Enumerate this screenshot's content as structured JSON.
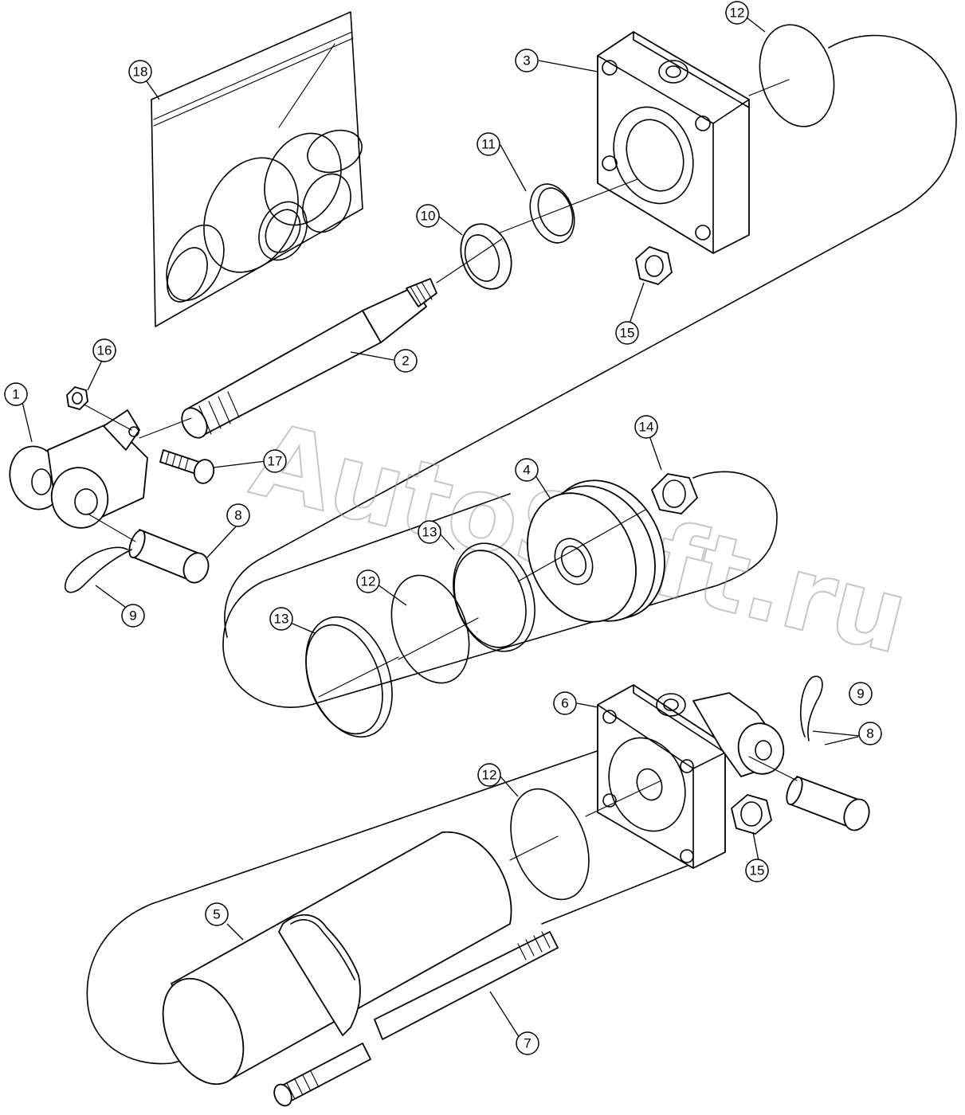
{
  "watermark": "AutoSoft.ru",
  "callouts": [
    {
      "label": "1",
      "part": "rod-end-clevis"
    },
    {
      "label": "2",
      "part": "piston-rod"
    },
    {
      "label": "3",
      "part": "head-gland"
    },
    {
      "label": "4",
      "part": "piston"
    },
    {
      "label": "5",
      "part": "cylinder-tube"
    },
    {
      "label": "6",
      "part": "base-end-cap"
    },
    {
      "label": "7",
      "part": "tie-rod"
    },
    {
      "label": "8",
      "part": "clevis-pin"
    },
    {
      "label": "8",
      "part": "clevis-pin"
    },
    {
      "label": "9",
      "part": "hair-pin-clip"
    },
    {
      "label": "9",
      "part": "hair-pin-clip"
    },
    {
      "label": "10",
      "part": "rod-wiper"
    },
    {
      "label": "11",
      "part": "rod-seal"
    },
    {
      "label": "12",
      "part": "o-ring"
    },
    {
      "label": "12",
      "part": "o-ring"
    },
    {
      "label": "12",
      "part": "o-ring"
    },
    {
      "label": "13",
      "part": "backup-ring"
    },
    {
      "label": "13",
      "part": "backup-ring"
    },
    {
      "label": "14",
      "part": "piston-nut"
    },
    {
      "label": "15",
      "part": "tie-rod-nut"
    },
    {
      "label": "15",
      "part": "tie-rod-nut"
    },
    {
      "label": "16",
      "part": "lock-nut"
    },
    {
      "label": "17",
      "part": "cap-screw"
    },
    {
      "label": "18",
      "part": "seal-kit-bag"
    }
  ]
}
